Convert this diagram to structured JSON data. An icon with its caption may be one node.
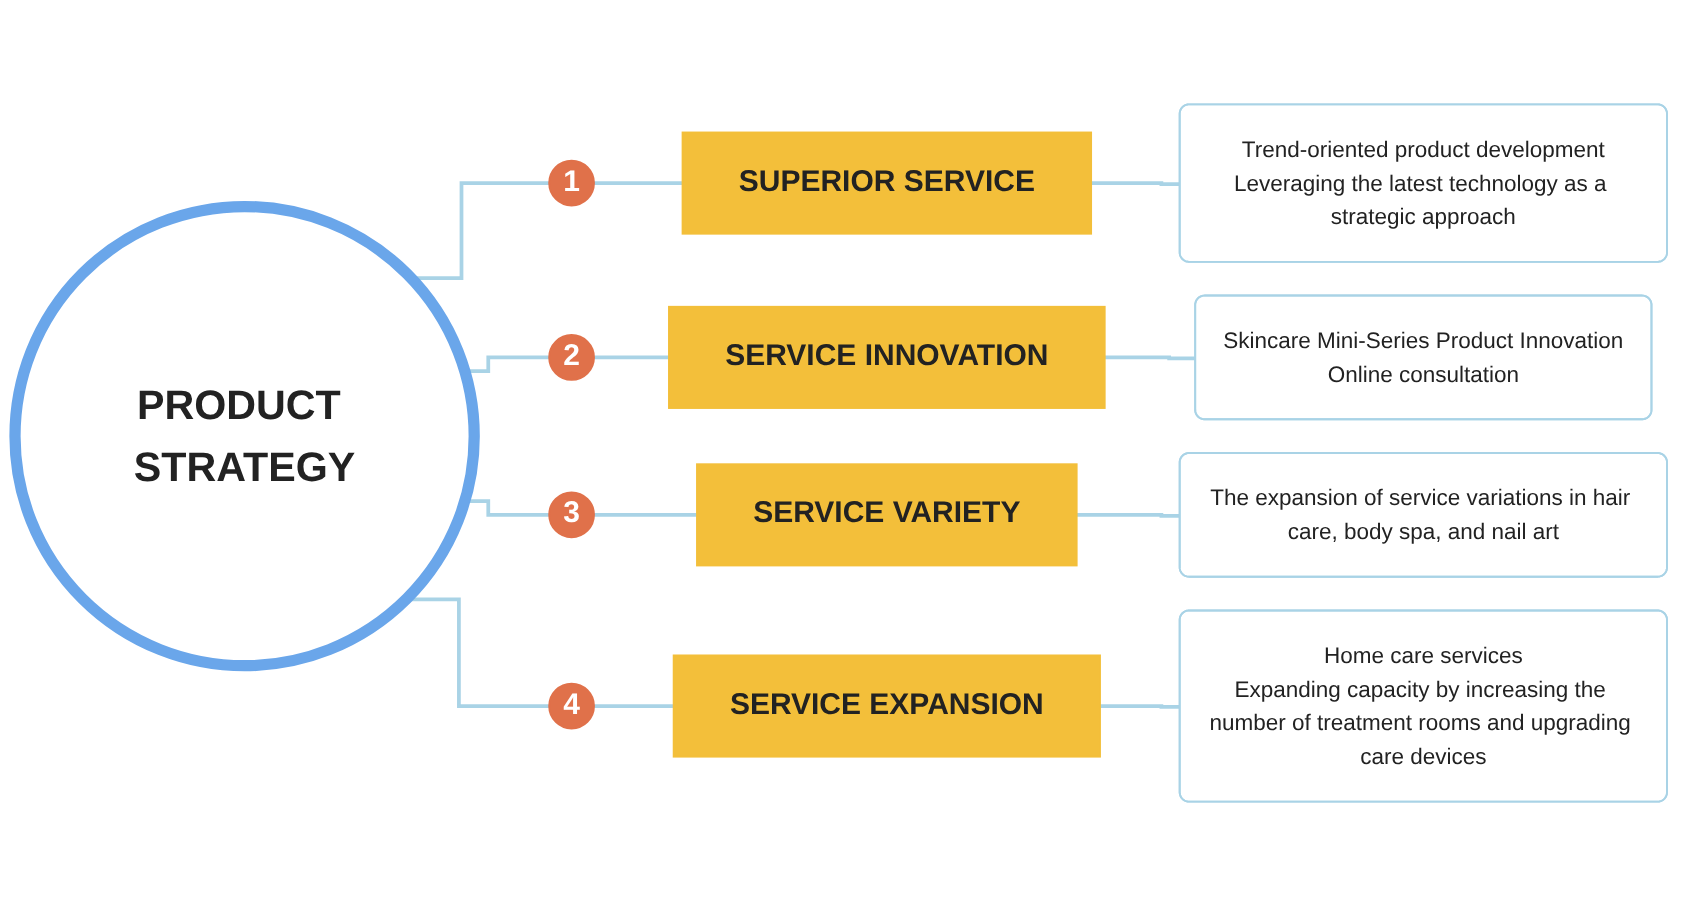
{
  "diagram": {
    "nodes": [
      {
        "text": [
          "PRODUCT STRATEGY"
        ]
      },
      {
        "text": [
          "1"
        ]
      },
      {
        "text": [
          "SUPERIOR SERVICE"
        ]
      },
      {
        "text": [
          "Trend-oriented product development",
          "Leveraging the latest technology as a strategic approach"
        ]
      },
      {
        "text": [
          "2"
        ]
      },
      {
        "text": [
          "SERVICE INNOVATION"
        ]
      },
      {
        "text": [
          "Skincare Mini-Series Product Innovation",
          "Online consultation"
        ]
      },
      {
        "text": [
          "3"
        ]
      },
      {
        "text": [
          "SERVICE VARIETY"
        ]
      },
      {
        "text": [
          "The expansion of service variations in hair care, body spa, and nail art"
        ]
      },
      {
        "text": [
          "4"
        ]
      },
      {
        "text": [
          "SERVICE EXPANSION"
        ]
      },
      {
        "text": [
          "Home care services",
          "Expanding capacity by increasing the number of treatment rooms and upgrading care devices"
        ]
      }
    ],
    "edges": [
      {
        "from": 0,
        "to": 1,
        "arrow": "none"
      },
      {
        "from": 0,
        "to": 4,
        "arrow": "none"
      },
      {
        "from": 0,
        "to": 7,
        "arrow": "none"
      },
      {
        "from": 0,
        "to": 10,
        "arrow": "none"
      },
      {
        "from": 1,
        "to": 2,
        "arrow": "none"
      },
      {
        "from": 2,
        "to": 3,
        "arrow": "none"
      },
      {
        "from": 4,
        "to": 5,
        "arrow": "none"
      },
      {
        "from": 5,
        "to": 6,
        "arrow": "none"
      },
      {
        "from": 7,
        "to": 8,
        "arrow": "none"
      },
      {
        "from": 8,
        "to": 9,
        "arrow": "none"
      },
      {
        "from": 10,
        "to": 11,
        "arrow": "none"
      },
      {
        "from": 11,
        "to": 12,
        "arrow": "none"
      }
    ]
  }
}
